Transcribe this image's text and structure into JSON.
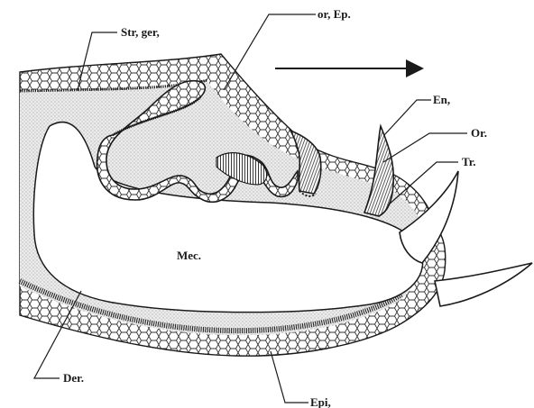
{
  "labels": {
    "str_ger": "Str, ger,",
    "or_ep": "or, Ep.",
    "en": "En,",
    "or": "Or.",
    "tr": "Tr.",
    "mec": "Mec.",
    "der": "Der.",
    "epi": "Epi,"
  },
  "colors": {
    "ink": "#1a1a1a",
    "epidermis_fill": "#ffffff",
    "dermis_fill": "#e9e9e9",
    "core_fill": "#ffffff"
  }
}
